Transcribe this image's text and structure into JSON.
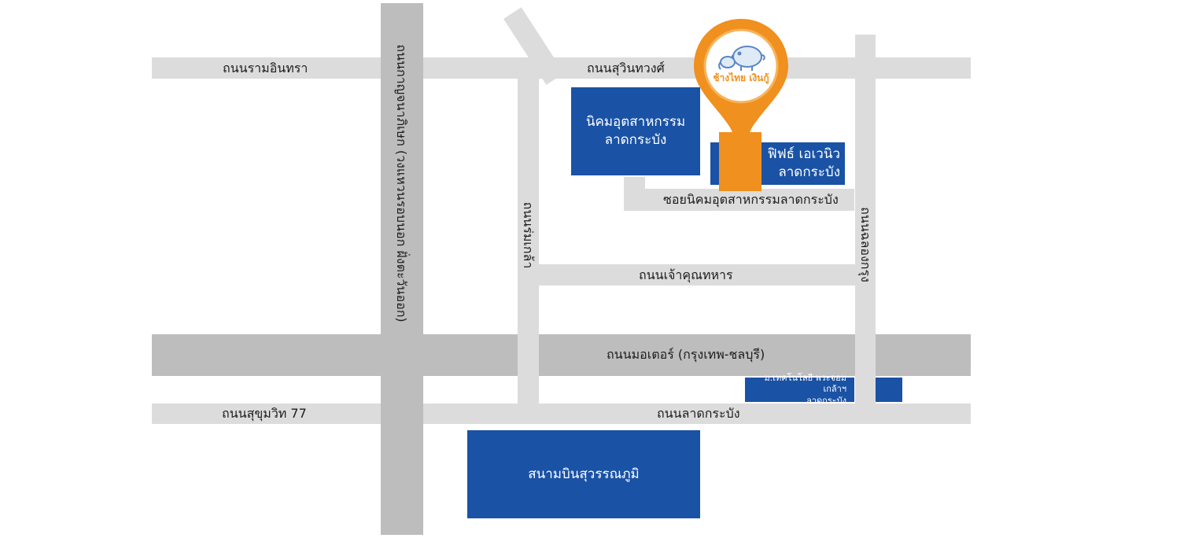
{
  "roads": {
    "ramintra": "ถนนรามอินทรา",
    "sukhumvit77": "ถนนสุขุมวิท 77",
    "kanchanaphisek": "ถนนกาญจนาภิเษก (วงแหวนรอบนอก ฝั่งตะวันออก)",
    "suwinthawong": "ถนนสุวินทวงศ์",
    "romklao": "ถนนร่มเกล้า",
    "chaokhun_thahan": "ถนนเจ้าคุณทหาร",
    "soi_nikhom": "ซอยนิคมอุตสาหกรรมลาดกระบัง",
    "chalongkrung": "ถนนฉลองกรุง",
    "motorway": "ถนนมอเตอร์ (กรุงเทพ-ชลบุรี)",
    "latkrabang": "ถนนลาดกระบัง"
  },
  "places": {
    "industrial_estate": {
      "line1": "นิคมอุตสาหกรรม",
      "line2": "ลาดกระบัง"
    },
    "first_avenue": {
      "line1": "ฟิฟธ์ เอเวนิว",
      "line2": "ลาดกระบัง"
    },
    "kmitl": {
      "line1": "ม.เทคโนโลยี พระจอมเกล้าฯ",
      "line2": "ลาดกระบัง"
    },
    "airport": "สนามบินสุวรรณภูมิ"
  },
  "pin": {
    "brand": "ช้างไทย เงินกู้",
    "icon": "elephant-icon"
  },
  "colors": {
    "road": "#dcdcdd",
    "major_road": "#bdbdbd",
    "block": "#1a52a5",
    "accent": "#f0901f"
  }
}
